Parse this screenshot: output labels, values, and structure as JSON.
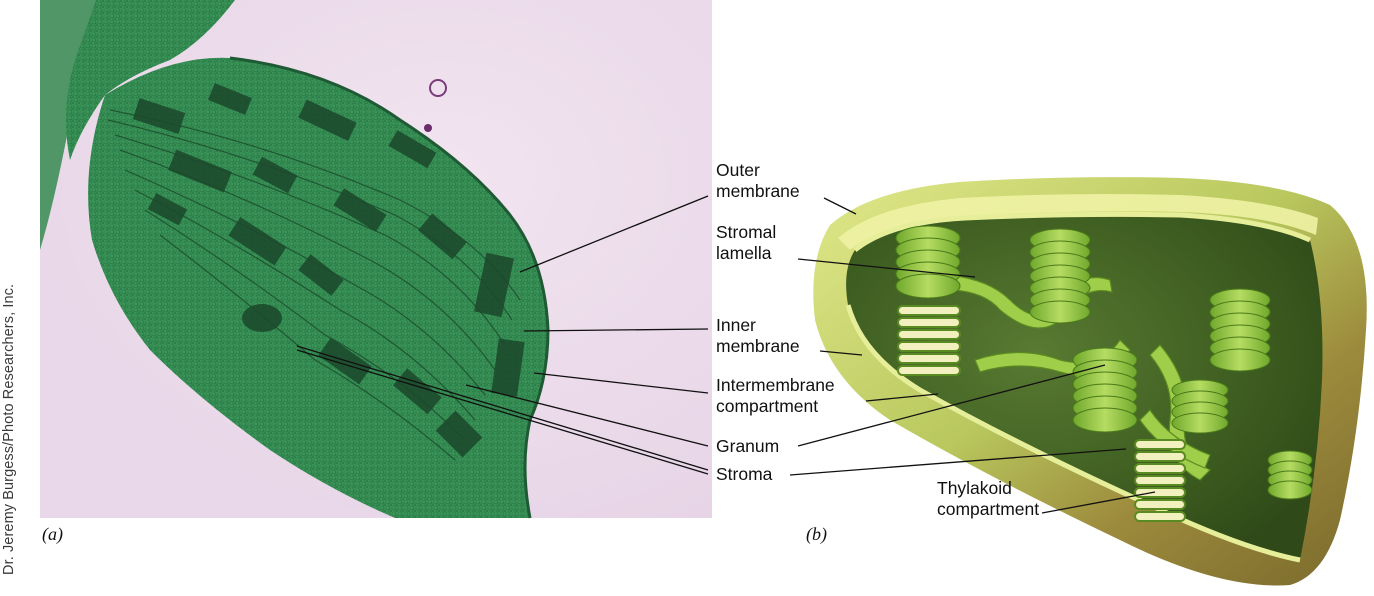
{
  "figure": {
    "credit": "Dr. Jeremy Burgess/Photo Researchers, Inc.",
    "panel_a_label": "(a)",
    "panel_b_label": "(b)",
    "labels": {
      "outer_membrane": [
        "Outer",
        "membrane"
      ],
      "stromal_lamella": [
        "Stromal",
        "lamella"
      ],
      "inner_membrane": [
        "Inner",
        "membrane"
      ],
      "intermembrane_compartment": [
        "Intermembrane",
        "compartment"
      ],
      "granum": "Granum",
      "stroma": "Stroma",
      "thylakoid_compartment": [
        "Thylakoid",
        "compartment"
      ]
    },
    "colors": {
      "micrograph_background": "#ecdcec",
      "micrograph_green": "#2f8a4e",
      "granum_dark": "#1c4a2c",
      "illustration_outer": "#c8d870",
      "illustration_interior": "#3e5f22",
      "thylakoid_green": "#8cbf3a"
    }
  }
}
